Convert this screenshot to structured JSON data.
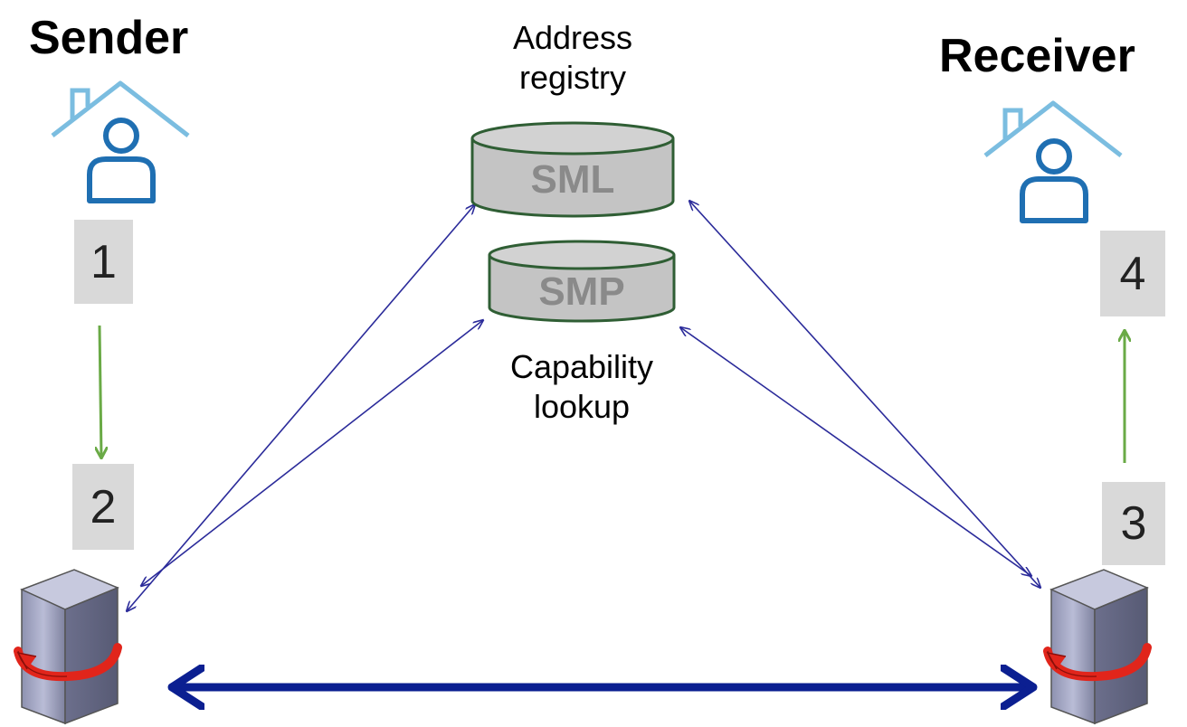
{
  "sender": {
    "title": "Sender",
    "step_top": "1",
    "step_bottom": "2"
  },
  "receiver": {
    "title": "Receiver",
    "step_top": "4",
    "step_bottom": "3"
  },
  "sml": {
    "caption": "Address registry",
    "label": "SML"
  },
  "smp": {
    "caption": "Capability lookup",
    "label": "SMP"
  },
  "icons": {
    "sender_user": "house-user-icon",
    "receiver_user": "house-user-icon",
    "sender_server": "access-point-server-icon",
    "receiver_server": "access-point-server-icon",
    "sml_db": "database-cylinder-icon",
    "smp_db": "database-cylinder-icon"
  },
  "colors": {
    "flow_green": "#6aaa46",
    "lookup_blue": "#2b2b9a",
    "transport_blue": "#0b1f91",
    "db_fill": "#c4c4c4",
    "db_stroke": "#2f5e34",
    "db_text": "#8a8a8a",
    "icon_house": "#7bbde0",
    "icon_user": "#1f6fb2",
    "server_band": "#e1251b"
  }
}
